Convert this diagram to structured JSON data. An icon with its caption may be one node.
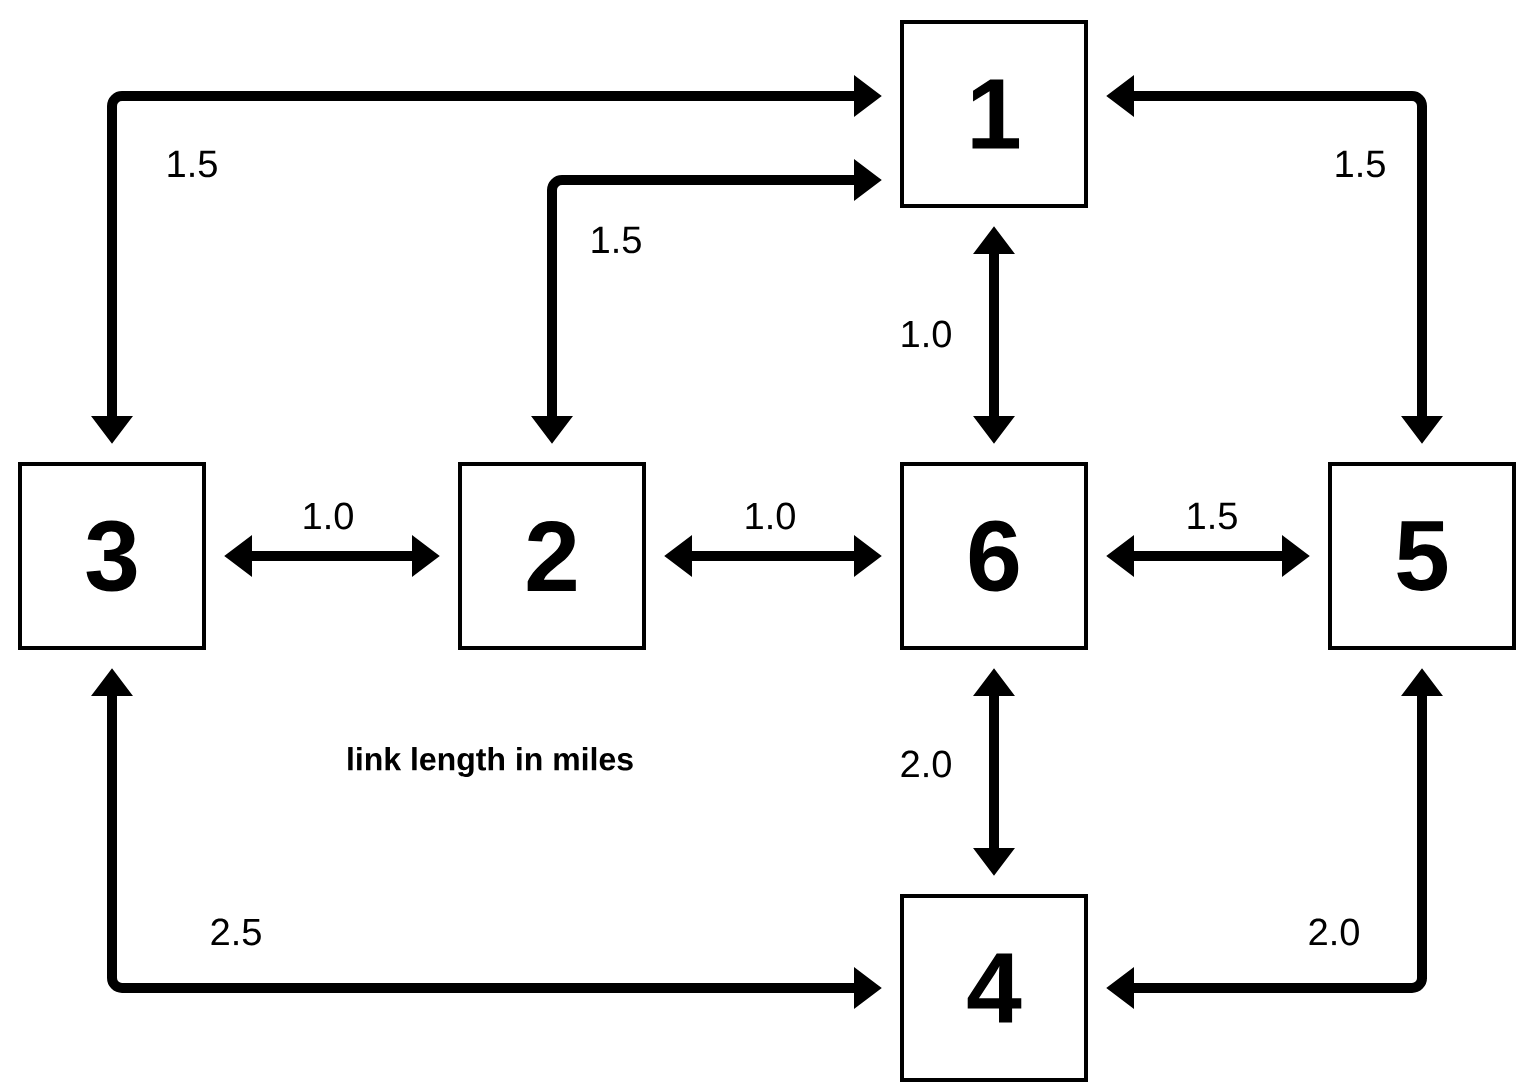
{
  "diagram": {
    "nodes": [
      {
        "text": [
          "1"
        ]
      },
      {
        "text": [
          "3"
        ]
      },
      {
        "text": [
          "2"
        ]
      },
      {
        "text": [
          "6"
        ]
      },
      {
        "text": [
          "5"
        ]
      },
      {
        "text": [
          "4"
        ]
      }
    ],
    "edges": [
      {
        "from": 1,
        "to": 0,
        "arrow": "both",
        "label": "1.5"
      },
      {
        "from": 2,
        "to": 0,
        "arrow": "both",
        "label": "1.5"
      },
      {
        "from": 4,
        "to": 0,
        "arrow": "both",
        "label": "1.5"
      },
      {
        "from": 0,
        "to": 3,
        "arrow": "both",
        "label": "1.0"
      },
      {
        "from": 1,
        "to": 2,
        "arrow": "both",
        "label": "1.0"
      },
      {
        "from": 2,
        "to": 3,
        "arrow": "both",
        "label": "1.0"
      },
      {
        "from": 3,
        "to": 4,
        "arrow": "both",
        "label": "1.5"
      },
      {
        "from": 3,
        "to": 5,
        "arrow": "both",
        "label": "2.0"
      },
      {
        "from": 1,
        "to": 5,
        "arrow": "both",
        "label": "2.5"
      },
      {
        "from": 4,
        "to": 5,
        "arrow": "both",
        "label": "2.0"
      }
    ],
    "labels": [
      "link length in miles"
    ]
  }
}
